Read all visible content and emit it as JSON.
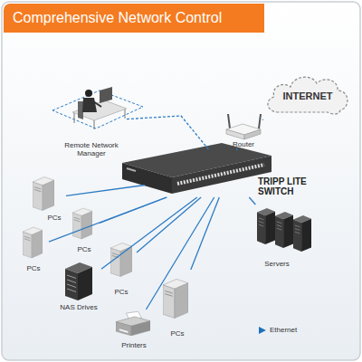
{
  "diagram": {
    "title": "Comprehensive Network Control",
    "nodes": [
      {
        "text": [
          "Remote Network Manager"
        ]
      },
      {
        "text": [
          "INTERNET"
        ]
      },
      {
        "text": [
          "Router"
        ]
      },
      {
        "text": [
          "TRIPP LITE SWITCH"
        ]
      },
      {
        "text": [
          "PCs"
        ]
      },
      {
        "text": [
          "PCs"
        ]
      },
      {
        "text": [
          "PCs"
        ]
      },
      {
        "text": [
          "PCs"
        ]
      },
      {
        "text": [
          "NAS Drives"
        ]
      },
      {
        "text": [
          "Servers"
        ]
      },
      {
        "text": [
          "Printers"
        ]
      },
      {
        "text": [
          "PCs"
        ]
      }
    ],
    "edges": [
      {
        "from": 0,
        "to": 3,
        "arrow": "none"
      },
      {
        "from": 2,
        "to": 1,
        "arrow": "none"
      },
      {
        "from": 3,
        "to": 2,
        "arrow": "none"
      },
      {
        "from": 3,
        "to": 4,
        "arrow": "none"
      },
      {
        "from": 3,
        "to": 5,
        "arrow": "none"
      },
      {
        "from": 3,
        "to": 6,
        "arrow": "none"
      },
      {
        "from": 3,
        "to": 7,
        "arrow": "none"
      },
      {
        "from": 3,
        "to": 8,
        "arrow": "none"
      },
      {
        "from": 3,
        "to": 9,
        "arrow": "none"
      },
      {
        "from": 3,
        "to": 10,
        "arrow": "none"
      },
      {
        "from": 3,
        "to": 11,
        "arrow": "none"
      }
    ],
    "legend": [
      {
        "text": "Ethernet",
        "color": "#1f70b8"
      }
    ]
  }
}
